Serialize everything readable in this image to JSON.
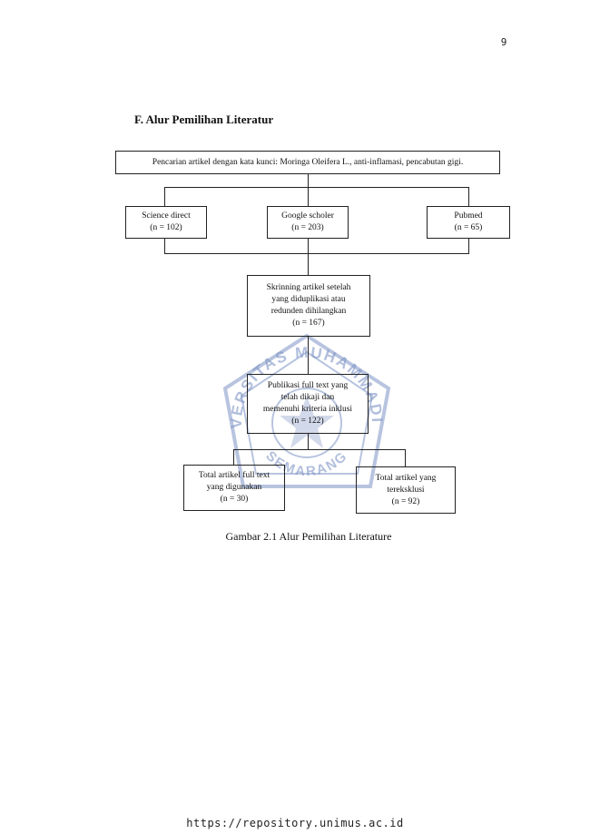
{
  "page": {
    "number": "9"
  },
  "section": {
    "heading": "F. Alur Pemilihan Literatur"
  },
  "flowchart": {
    "search": {
      "text": "Pencarian artikel dengan kata kunci: Moringa Oleifera L., anti-inflamasi, pencabutan gigi."
    },
    "sources": [
      {
        "name": "Science direct",
        "count": "(n = 102)"
      },
      {
        "name": "Google scholer",
        "count": "(n = 203)"
      },
      {
        "name": "Pubmed",
        "count": "(n = 65)"
      }
    ],
    "screening": {
      "lines": [
        "Skrinning artikel setelah",
        "yang diduplikasi atau",
        "redunden dihilangkan"
      ],
      "count": "(n = 167)"
    },
    "fulltext": {
      "lines": [
        "Publikasi full text yang",
        "telah dikaji dan",
        "memenuhi kriteria inklusi"
      ],
      "count": "(n = 122)"
    },
    "included": {
      "lines": [
        "Total artikel full text",
        "yang digunakan"
      ],
      "count": "(n = 30)"
    },
    "excluded": {
      "lines": [
        "Total artikel yang",
        "tereksklusi"
      ],
      "count": "(n = 92)"
    }
  },
  "watermark": {
    "top_text": "UNIVERSITAS MUHAMMADIYAH",
    "bottom_text": "SEMARANG",
    "color": "#7d93c4"
  },
  "caption": {
    "text": "Gambar 2.1 Alur Pemilihan Literature"
  },
  "footer": {
    "url": "https://repository.unimus.ac.id"
  }
}
